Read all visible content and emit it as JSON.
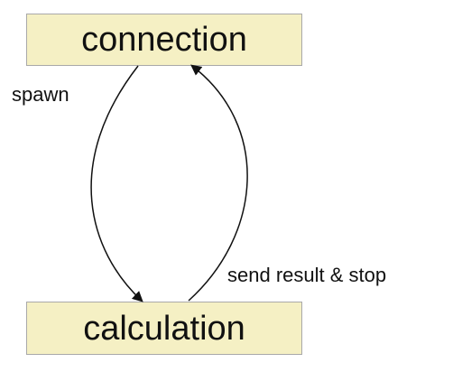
{
  "nodes": {
    "top": {
      "label": "connection"
    },
    "bottom": {
      "label": "calculation"
    }
  },
  "edges": {
    "spawn": {
      "label": "spawn"
    },
    "return": {
      "label": "send result & stop"
    }
  },
  "colors": {
    "node_fill": "#f5f0c4",
    "node_border": "#a9a9a9",
    "edge": "#111111",
    "text": "#111111",
    "background": "#ffffff"
  }
}
